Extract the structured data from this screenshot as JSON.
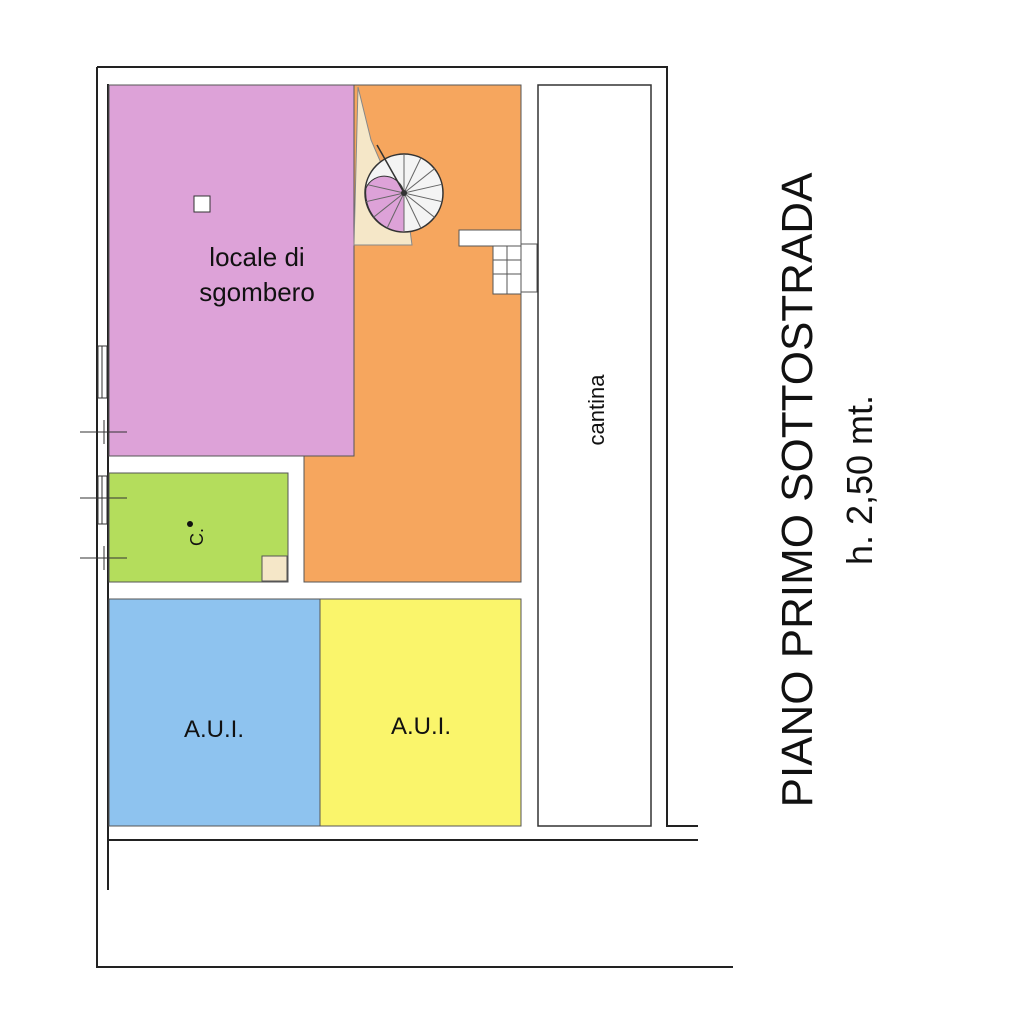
{
  "plan": {
    "title": "PIANO PRIMO SOTTOSTRADA",
    "height_note": "h. 2,50 mt."
  },
  "rooms": {
    "storage": {
      "label_line1": "locale di",
      "label_line2": "sgombero",
      "color": "#DDA2D8"
    },
    "hall": {
      "color": "#F6A65E"
    },
    "bathroom": {
      "label": "C.",
      "color": "#B4DD5C"
    },
    "aui_left": {
      "label": "A.U.I.",
      "color": "#8EC3EF"
    },
    "aui_right": {
      "label": "A.U.I.",
      "color": "#FAF56B"
    },
    "cellar": {
      "label": "cantina",
      "color": "#FFFFFF"
    }
  },
  "colors": {
    "wall": "#222222",
    "stair_fill": "#F4F4F4",
    "landing": "#F5E7C8"
  }
}
